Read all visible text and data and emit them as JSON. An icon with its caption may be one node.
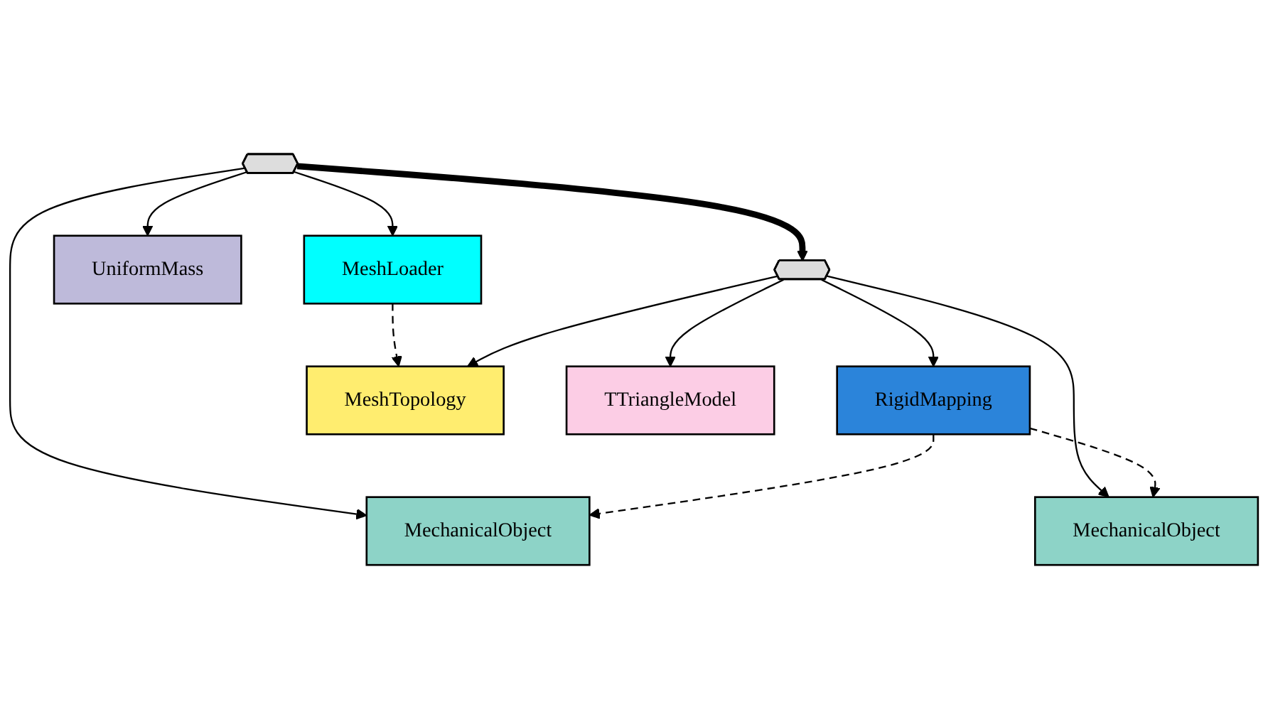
{
  "diagram": {
    "nodes": [
      {
        "text": [],
        "shape": "hexagon"
      },
      {
        "text": [
          "MeshLoader"
        ]
      },
      {
        "text": [
          "UniformMass"
        ]
      },
      {
        "text": [
          "MechanicalObject"
        ]
      },
      {
        "text": [],
        "shape": "hexagon"
      },
      {
        "text": [
          "RigidMapping"
        ]
      },
      {
        "text": [
          "MeshTopology"
        ]
      },
      {
        "text": [
          "TTriangleModel"
        ]
      },
      {
        "text": [
          "MechanicalObject"
        ]
      }
    ],
    "edges": [
      {
        "from": 0,
        "to": 1,
        "arrow": "to"
      },
      {
        "from": 0,
        "to": 2,
        "arrow": "to"
      },
      {
        "from": 0,
        "to": 3,
        "arrow": "to"
      },
      {
        "from": 0,
        "to": 4,
        "arrow": "to",
        "style": "thick"
      },
      {
        "from": 1,
        "to": 6,
        "arrow": "to",
        "style": "dashed"
      },
      {
        "from": 4,
        "to": 5,
        "arrow": "to"
      },
      {
        "from": 4,
        "to": 6,
        "arrow": "to"
      },
      {
        "from": 4,
        "to": 7,
        "arrow": "to"
      },
      {
        "from": 4,
        "to": 8,
        "arrow": "to"
      },
      {
        "from": 5,
        "to": 3,
        "arrow": "to",
        "style": "dashed"
      },
      {
        "from": 5,
        "to": 8,
        "arrow": "to",
        "style": "dashed"
      }
    ]
  }
}
